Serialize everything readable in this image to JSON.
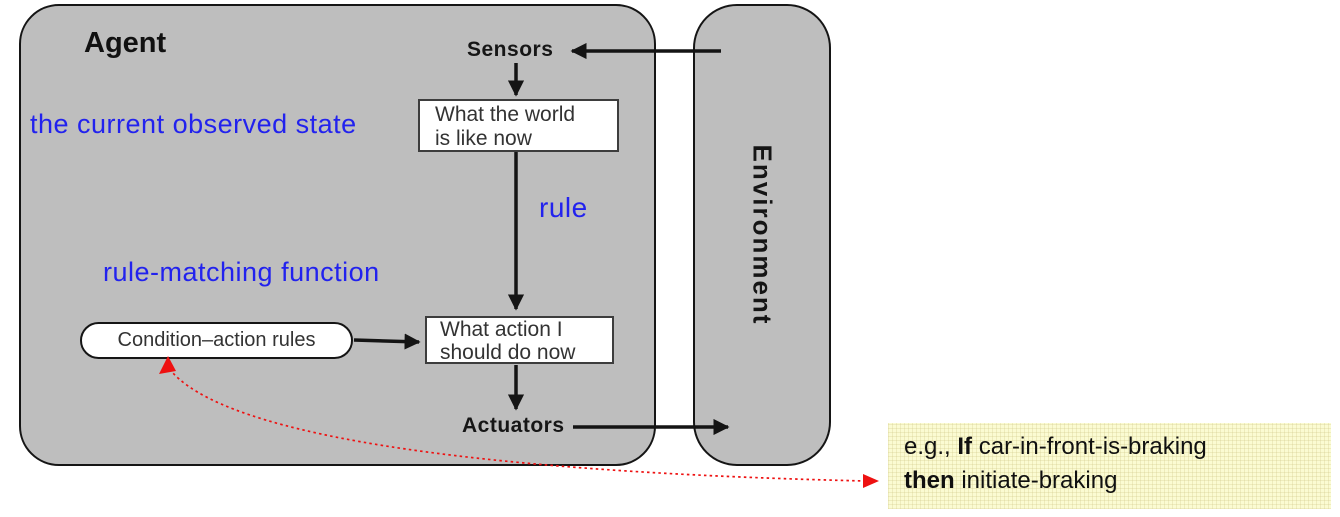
{
  "diagram": "simple-reflex-agent",
  "palette": {
    "container_fill": "#bebebe",
    "container_border": "#151515",
    "annotation_blue": "#2222ee",
    "arrow_black": "#141414",
    "dotted_arrow_red": "#ee1111",
    "note_background": "#fbfbd2",
    "node_fill": "#ffffff"
  },
  "agent": {
    "title": "Agent"
  },
  "environment": {
    "title": "Environment"
  },
  "annotations": {
    "observed_state": "the current observed state",
    "rule_label": "rule",
    "rule_matching": "rule-matching function"
  },
  "nodes": {
    "sensors": "Sensors",
    "actuators": "Actuators",
    "world_box": {
      "line1": "What the world",
      "line2": "is like now"
    },
    "action_box": {
      "line1": "What action I",
      "line2": "should do now"
    },
    "rules_oval": "Condition–action rules"
  },
  "note": {
    "prefix": "e.g., ",
    "if_keyword": "If",
    "condition": " car-in-front-is-braking",
    "then_keyword": "then",
    "action": " initiate-braking"
  }
}
